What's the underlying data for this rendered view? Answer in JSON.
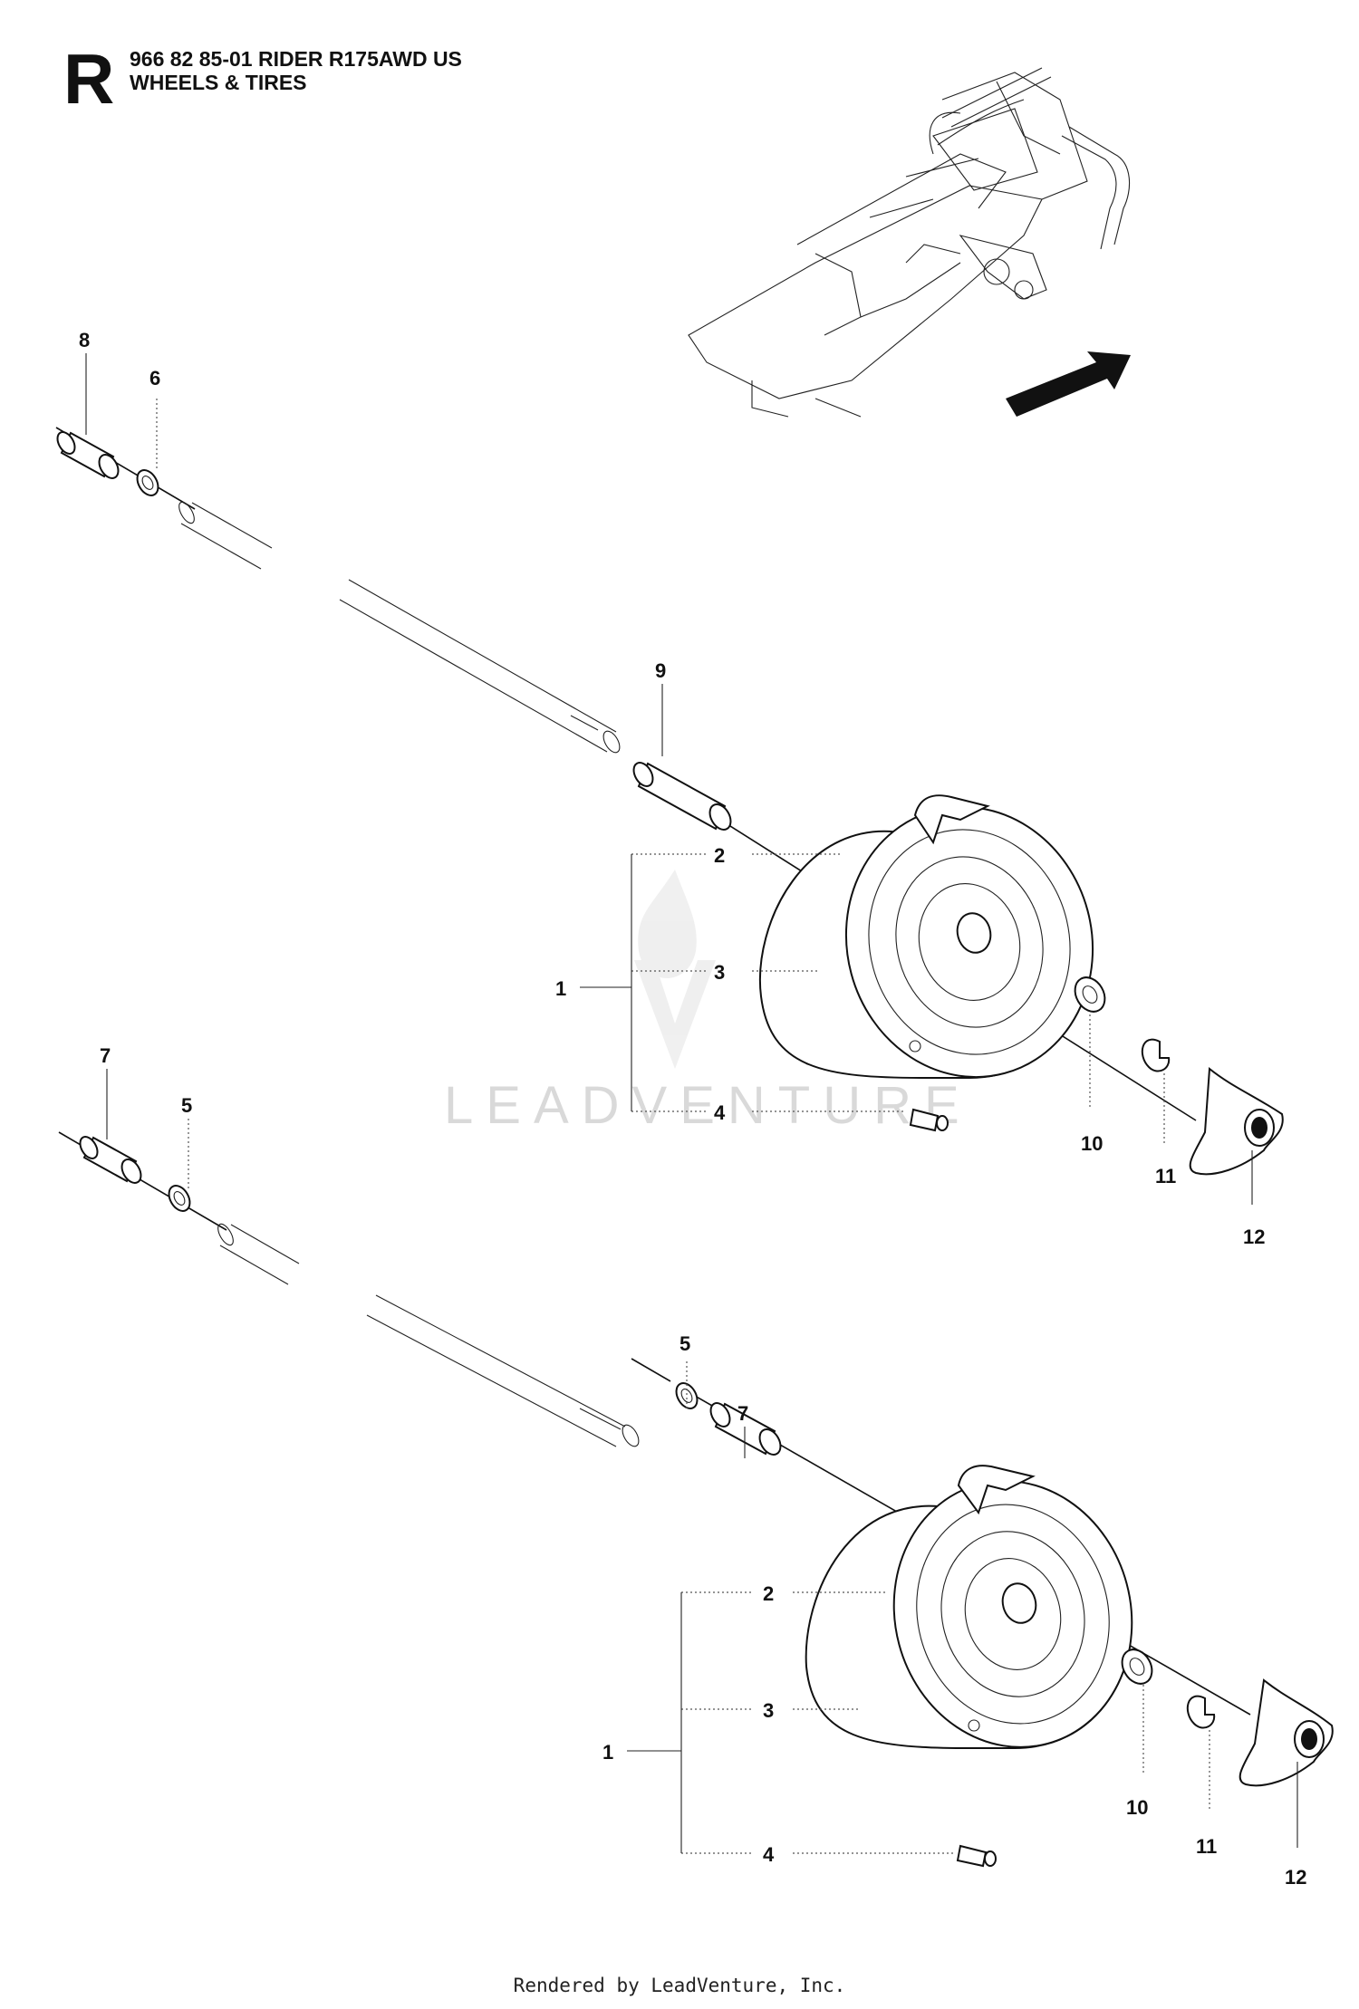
{
  "header": {
    "section_letter": "R",
    "part_number_model": "966 82 85-01 RIDER R175AWD US",
    "section_title": "WHEELS & TIRES"
  },
  "watermark": {
    "text": "LEADVENTURE"
  },
  "footer": {
    "text": "Rendered by LeadVenture, Inc."
  },
  "callouts": {
    "upper": {
      "n8": "8",
      "n6": "6",
      "n9": "9",
      "n2": "2",
      "n3": "3",
      "n1": "1",
      "n4": "4",
      "n10": "10",
      "n11": "11",
      "n12": "12"
    },
    "lower": {
      "n7a": "7",
      "n5a": "5",
      "n5b": "5",
      "n7b": "7",
      "n2": "2",
      "n3": "3",
      "n1": "1",
      "n4": "4",
      "n10": "10",
      "n11": "11",
      "n12": "12"
    }
  },
  "colors": {
    "line": "#111111",
    "watermark": "#d9d9d9",
    "background": "#ffffff"
  }
}
